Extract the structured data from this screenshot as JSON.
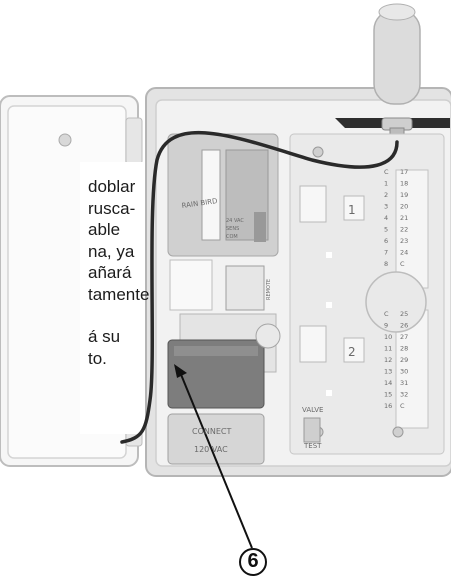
{
  "instruction_lines": [
    "doblar",
    "rusca-",
    "able",
    "na, ya",
    "añará",
    "tamente",
    "",
    "á su",
    "to."
  ],
  "callout_number": "6",
  "panel_labels": {
    "connect": "CONNECT",
    "voltage": "120 VAC",
    "valve_test": [
      "VALVE",
      "TEST"
    ],
    "terminal_labels": [
      "24 VAC",
      "SENS",
      "COM",
      "REMOTE"
    ],
    "module_numbers": [
      "1",
      "2"
    ],
    "brand": "RAIN BIRD"
  },
  "terminal_columns": {
    "left_top": [
      "C",
      "1",
      "2",
      "3",
      "4",
      "5",
      "6",
      "7",
      "8"
    ],
    "right_top": [
      "17",
      "18",
      "19",
      "20",
      "21",
      "22",
      "23",
      "24",
      "C"
    ],
    "left_bottom": [
      "C",
      "9",
      "10",
      "11",
      "12",
      "13",
      "14",
      "15",
      "16"
    ],
    "right_bottom": [
      "25",
      "26",
      "27",
      "28",
      "29",
      "30",
      "31",
      "32",
      "C"
    ]
  },
  "colors": {
    "panel": "#f1f1f1",
    "frame": "#dcdcdc",
    "wire": "#2a2a2a",
    "transformer": "#777777"
  }
}
